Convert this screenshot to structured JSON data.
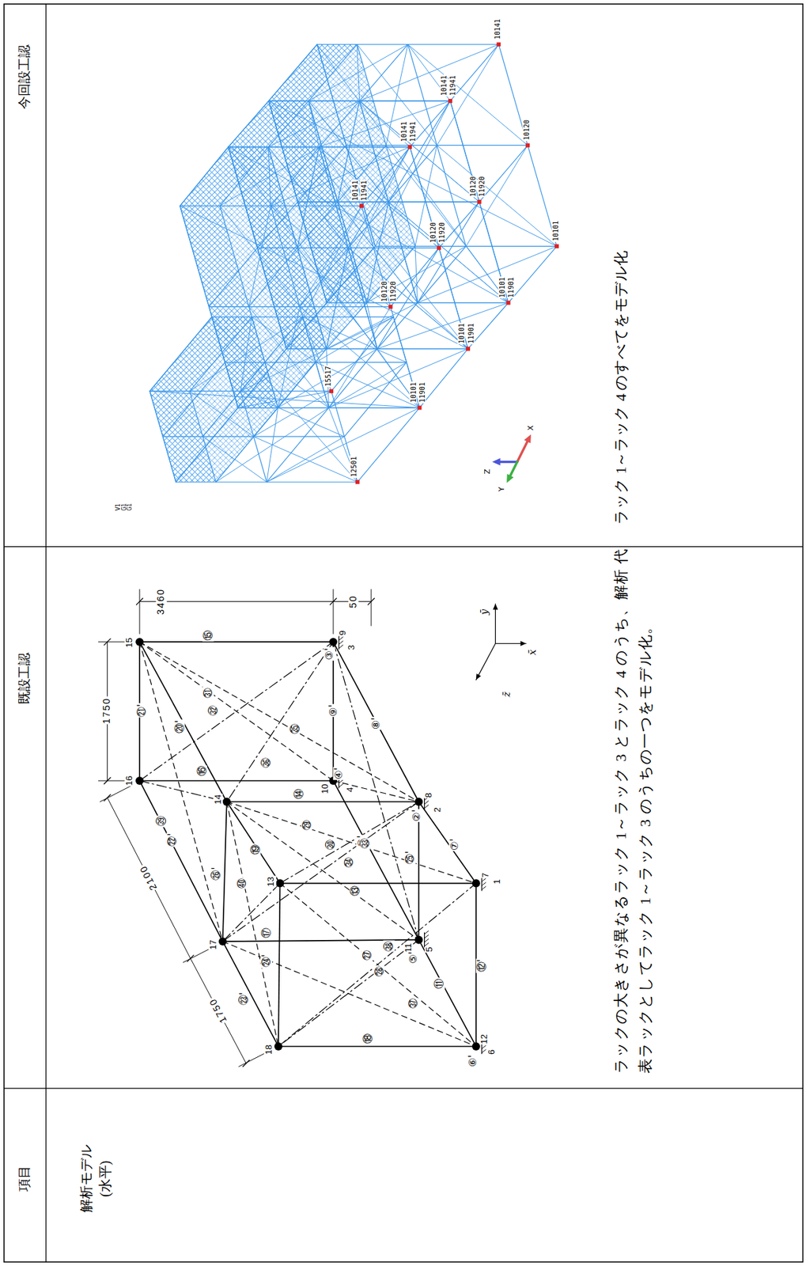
{
  "diagram": {
    "labels": [
      "今回設工認",
      "既設工認",
      "項目",
      "解析モデル (水平)",
      "ラックの大きさが異なるラック 1～ラック 3 とラック 4 のうち、解析 代表ラックとしてラック 1～ラック 3 のうちの一つをモデル化。",
      "ラック 1～ラック 4 のすべてをモデル化",
      "V1",
      "G1",
      "G1",
      "15",
      "16",
      "14",
      "17",
      "13",
      "18",
      "9",
      "3",
      "10",
      "4",
      "8",
      "2",
      "11",
      "5",
      "7",
      "1",
      "12",
      "6",
      "⑮",
      "⑯",
      "⑭",
      "⑰",
      "⑬",
      "⑱",
      "㉑'",
      "⑳'",
      "㉒'",
      "㉖'",
      "㉓'",
      "㉔'",
      "⑲",
      "③'",
      "⑨'",
      "④'",
      "⑧'",
      "⑩'",
      "㉕'",
      "⑦'",
      "②'",
      "⑤'",
      "⑪",
      "⑫'",
      "⑥'",
      "㉛",
      "㉜",
      "㉟",
      "㊱",
      "㊴",
      "㊵",
      "㉙",
      "㉚",
      "㉝",
      "㉞",
      "㉗",
      "㊳",
      "㉘",
      "㊲",
      "3460",
      "50",
      "1750",
      "2100",
      "1750",
      "ȳ",
      "x̄",
      "z̄",
      "X",
      "Y",
      "Z",
      "12501",
      "15517",
      "10101",
      "11901",
      "10101",
      "11901",
      "10101",
      "11901",
      "10101",
      "10120",
      "10120",
      "11920",
      "10120",
      "11920",
      "10120",
      "11920",
      "10141",
      "10141",
      "11941",
      "10141",
      "11941",
      "10141",
      "11941"
    ]
  }
}
